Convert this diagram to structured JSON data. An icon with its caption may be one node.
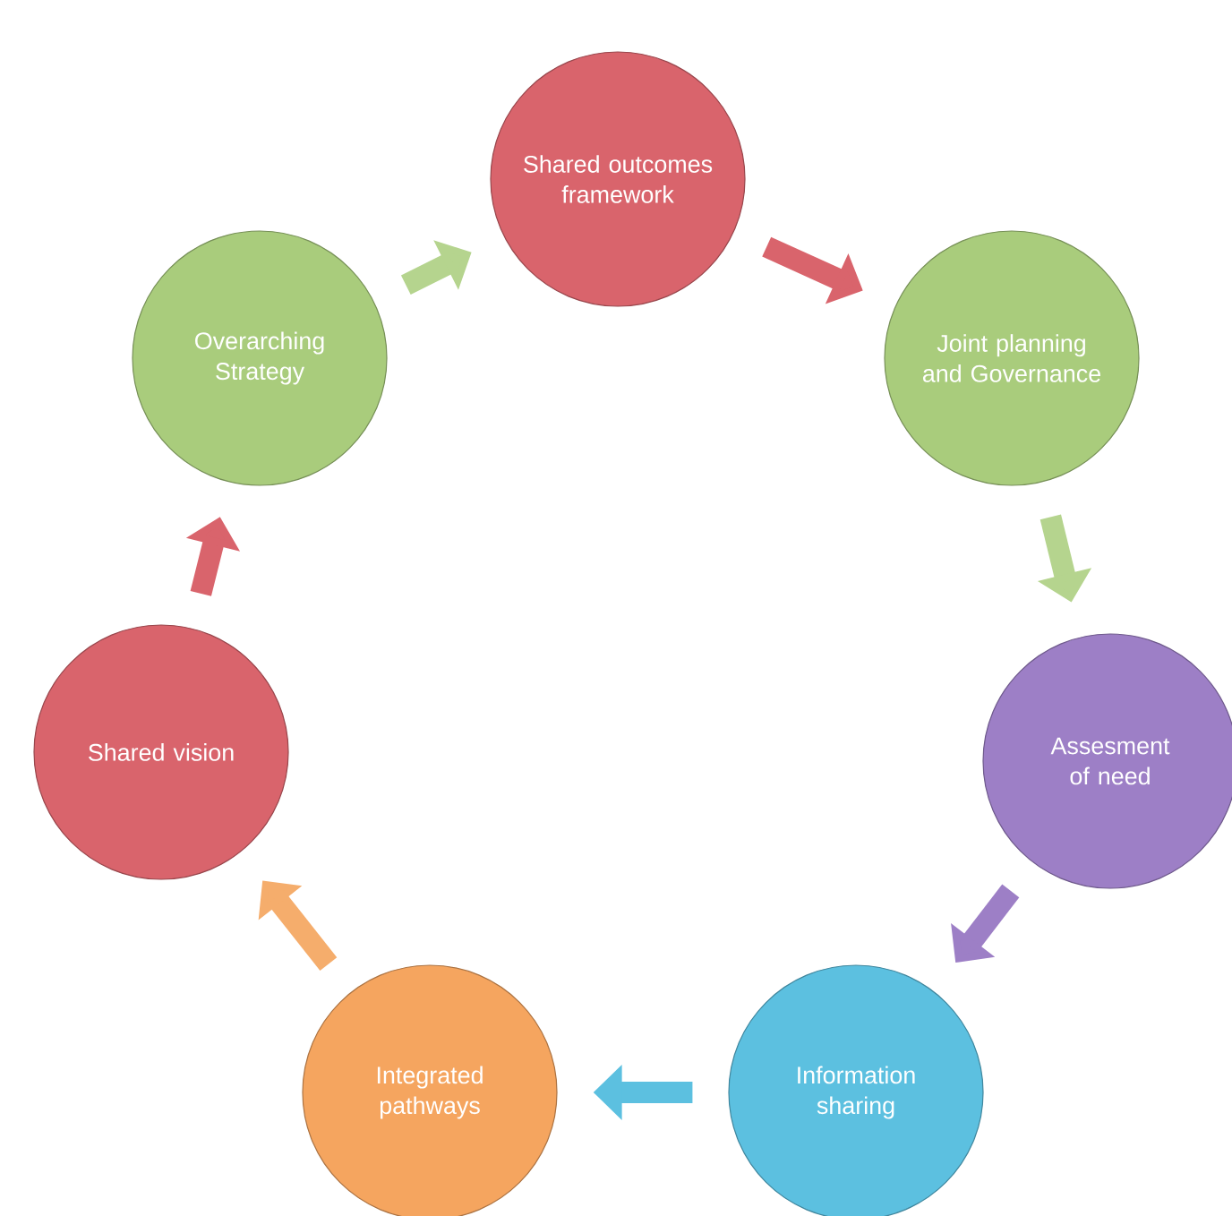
{
  "diagram": {
    "nodes": [
      {
        "text": [
          "Shared outcomes framework"
        ]
      },
      {
        "text": [
          "Joint planning and Governance"
        ]
      },
      {
        "text": [
          "Assesment of need"
        ]
      },
      {
        "text": [
          "Information sharing"
        ]
      },
      {
        "text": [
          "Integrated pathways"
        ]
      },
      {
        "text": [
          "Shared vision"
        ]
      },
      {
        "text": [
          "Overarching Strategy"
        ]
      }
    ],
    "edges": [
      {
        "from": 6,
        "to": 0,
        "arrow": "to",
        "color": "#b5d48e"
      },
      {
        "from": 0,
        "to": 1,
        "arrow": "to",
        "color": "#d9646c"
      },
      {
        "from": 1,
        "to": 2,
        "arrow": "to",
        "color": "#b5d48e"
      },
      {
        "from": 2,
        "to": 3,
        "arrow": "to",
        "color": "#9d7fc6"
      },
      {
        "from": 3,
        "to": 4,
        "arrow": "to",
        "color": "#5cc0e0"
      },
      {
        "from": 4,
        "to": 5,
        "arrow": "to",
        "color": "#f5ad6c"
      },
      {
        "from": 5,
        "to": 6,
        "arrow": "to",
        "color": "#d9646c"
      }
    ]
  }
}
